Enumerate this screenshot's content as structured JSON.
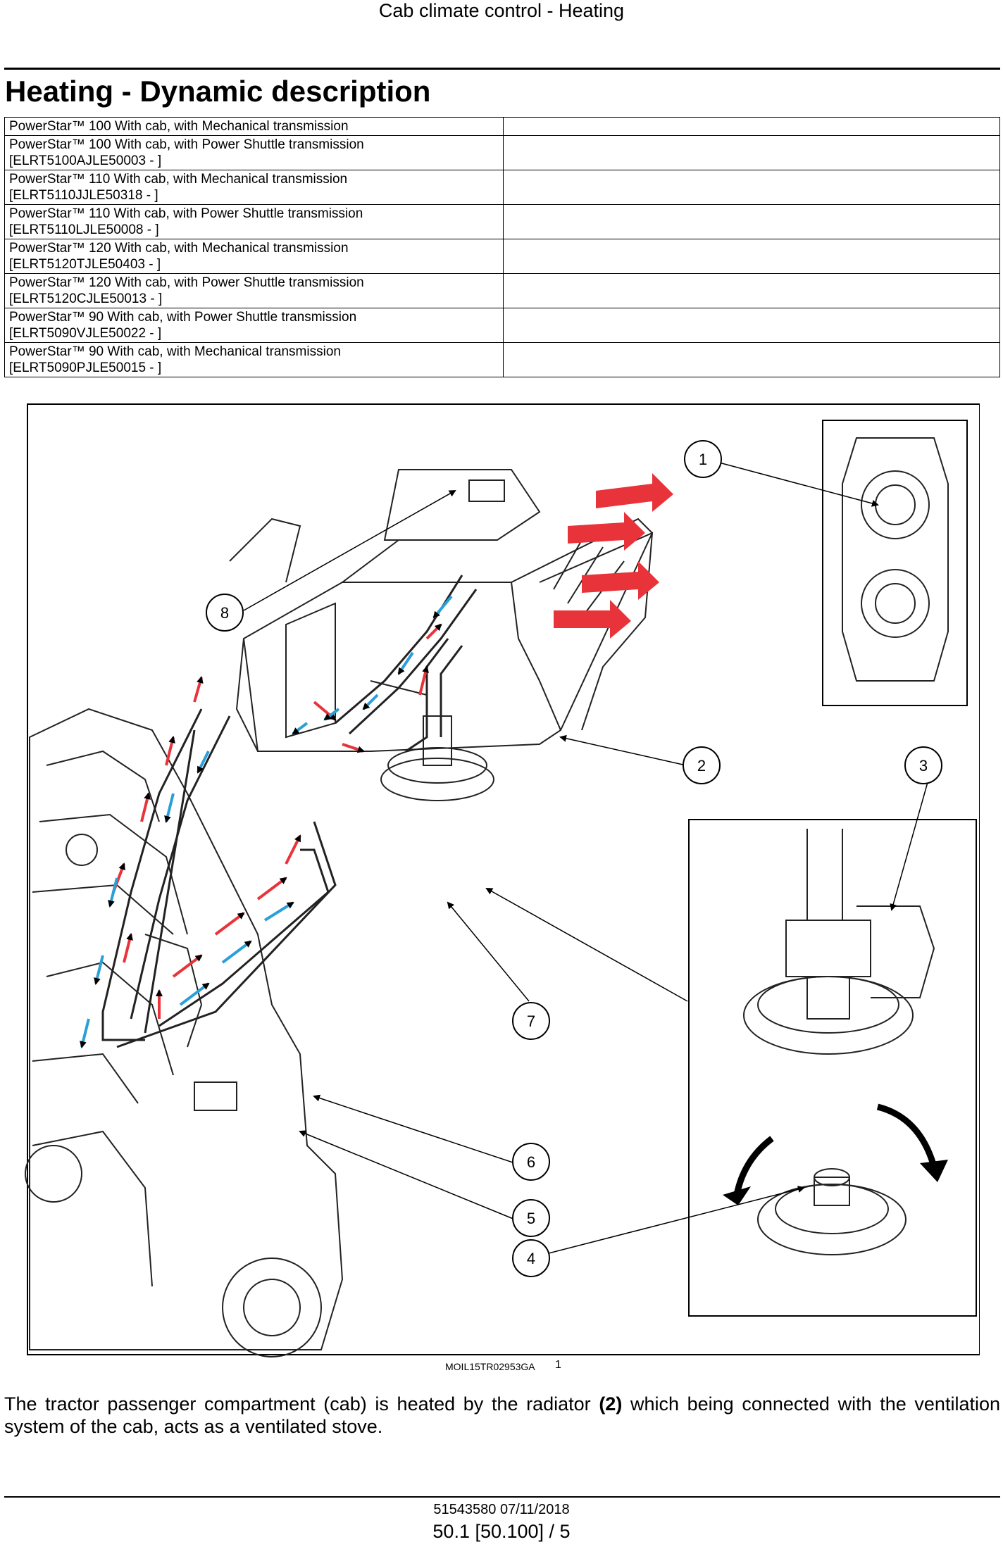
{
  "header": {
    "section_title": "Cab climate control - Heating"
  },
  "page_heading": "Heating - Dynamic description",
  "models": [
    {
      "line1": "PowerStar™ 100 With cab, with Mechanical transmission",
      "line2": ""
    },
    {
      "line1": "PowerStar™ 100 With cab, with Power Shuttle transmission",
      "line2": "[ELRT5100AJLE50003 - ]"
    },
    {
      "line1": "PowerStar™ 110 With cab, with Mechanical transmission",
      "line2": "[ELRT5110JJLE50318 - ]"
    },
    {
      "line1": "PowerStar™ 110 With cab, with Power Shuttle transmission",
      "line2": "[ELRT5110LJLE50008 - ]"
    },
    {
      "line1": "PowerStar™ 120 With cab, with Mechanical transmission",
      "line2": "[ELRT5120TJLE50403 - ]"
    },
    {
      "line1": "PowerStar™ 120 With cab, with Power Shuttle transmission",
      "line2": "[ELRT5120CJLE50013 - ]"
    },
    {
      "line1": "PowerStar™ 90 With cab, with Power Shuttle transmission",
      "line2": "[ELRT5090VJLE50022 - ]"
    },
    {
      "line1": "PowerStar™ 90 With cab, with Mechanical transmission",
      "line2": "[ELRT5090PJLE50015 - ]"
    }
  ],
  "figure": {
    "callouts": [
      "1",
      "2",
      "3",
      "4",
      "5",
      "6",
      "7",
      "8"
    ],
    "reference_code": "MOIL15TR02953GA",
    "figure_number": "1",
    "colors": {
      "hot_flow": "#e8333a",
      "cold_flow": "#2a9fd8",
      "line": "#000000"
    }
  },
  "body": {
    "text_before": "The tractor passenger compartment (cab) is heated by the radiator ",
    "ref": "(2)",
    "text_after": " which being connected with the ventilation system of the cab, acts as a ventilated stove."
  },
  "footer": {
    "doc_number": "51543580 07/11/2018",
    "page_number": "50.1 [50.100] / 5"
  }
}
